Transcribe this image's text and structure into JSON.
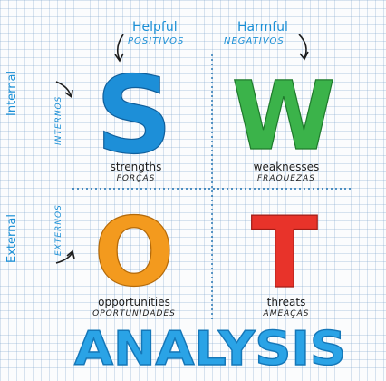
{
  "columns": {
    "helpful": {
      "en": "Helpful",
      "pt": "POSITIVOS"
    },
    "harmful": {
      "en": "Harmful",
      "pt": "NEGATIVOS"
    }
  },
  "rows": {
    "internal": {
      "en": "Internal",
      "pt": "INTERNOS"
    },
    "external": {
      "en": "External",
      "pt": "EXTERNOS"
    }
  },
  "quadrants": {
    "s": {
      "letter": "S",
      "en": "strengths",
      "pt": "FORÇAS",
      "color": "#1d8fd8"
    },
    "w": {
      "letter": "W",
      "en": "weaknesses",
      "pt": "FRAQUEZAS",
      "color": "#3bb34a"
    },
    "o": {
      "letter": "O",
      "en": "opportunities",
      "pt": "OPORTUNIDADES",
      "color": "#f39a1e"
    },
    "t": {
      "letter": "T",
      "en": "threats",
      "pt": "AMEAÇAS",
      "color": "#e8332a"
    }
  },
  "title": {
    "text": "ANALYSIS",
    "color": "#2aa3e6"
  }
}
